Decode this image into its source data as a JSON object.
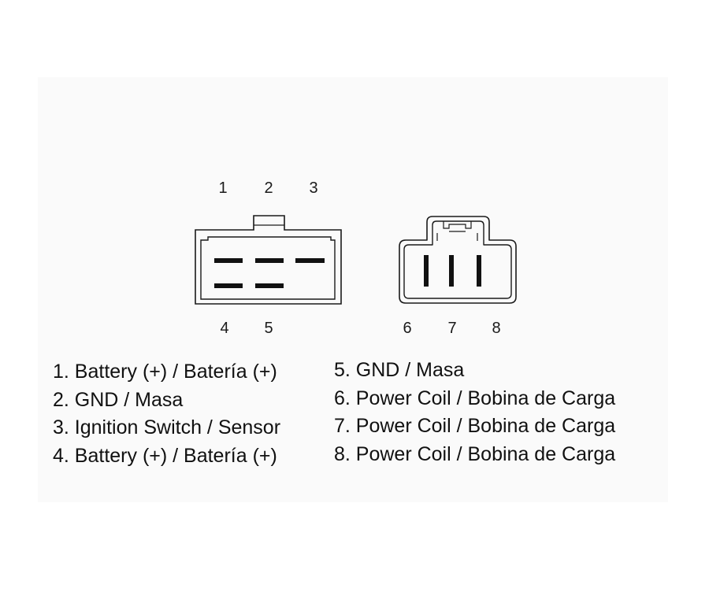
{
  "diagram": {
    "left_connector": {
      "top_pins": [
        "1",
        "2",
        "3"
      ],
      "bottom_pins": [
        "4",
        "5"
      ]
    },
    "right_connector": {
      "bottom_pins": [
        "6",
        "7",
        "8"
      ]
    },
    "legend_left": [
      "1. Battery (+) / Batería (+)",
      "2. GND / Masa",
      "3. Ignition Switch / Sensor",
      "4. Battery (+) / Batería (+)"
    ],
    "legend_right": [
      "5. GND / Masa",
      "6. Power Coil / Bobina de Carga",
      "7. Power Coil / Bobina de Carga",
      "8. Power Coil / Bobina de Carga"
    ]
  }
}
